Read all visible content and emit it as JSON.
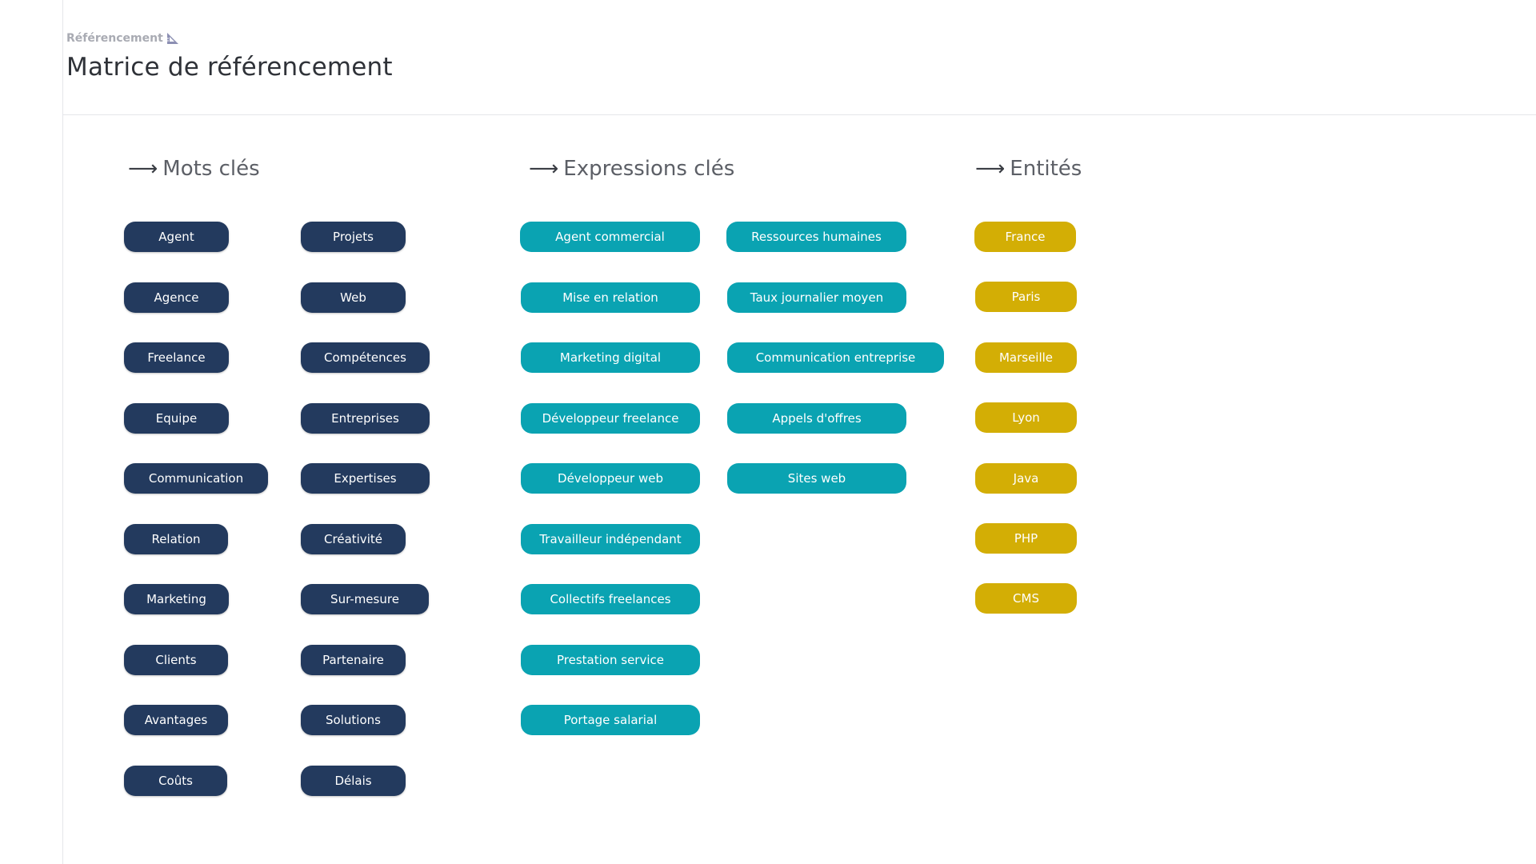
{
  "breadcrumb": {
    "label": "Référencement",
    "icon": "triangular-ruler-icon"
  },
  "page": {
    "title": "Matrice de référencement"
  },
  "sections": {
    "keywords": {
      "arrow": "⟶",
      "title": "Mots clés"
    },
    "expressions": {
      "arrow": "⟶",
      "title": "Expressions clés"
    },
    "entities": {
      "arrow": "⟶",
      "title": "Entités"
    }
  },
  "colors": {
    "keyword_tag": "#233a5e",
    "expression_tag": "#0aa3b2",
    "entity_tag": "#d3ae05"
  },
  "keywords": {
    "col1": [
      "Agent",
      "Agence",
      "Freelance",
      "Equipe",
      "Communication",
      "Relation",
      "Marketing",
      "Clients",
      "Avantages",
      "Coûts"
    ],
    "col2": [
      "Projets",
      "Web",
      "Compétences",
      "Entreprises",
      "Expertises",
      "Créativité",
      "Sur-mesure",
      "Partenaire",
      "Solutions",
      "Délais"
    ]
  },
  "expressions": {
    "col1": [
      "Agent commercial",
      "Mise en relation",
      "Marketing digital",
      "Développeur freelance",
      "Développeur web",
      "Travailleur indépendant",
      "Collectifs freelances",
      "Prestation service",
      "Portage salarial"
    ],
    "col2": [
      "Ressources humaines",
      "Taux journalier moyen",
      "Communication entreprise",
      "Appels d'offres",
      "Sites web"
    ]
  },
  "entities": [
    "France",
    "Paris",
    "Marseille",
    "Lyon",
    "Java",
    "PHP",
    "CMS"
  ]
}
